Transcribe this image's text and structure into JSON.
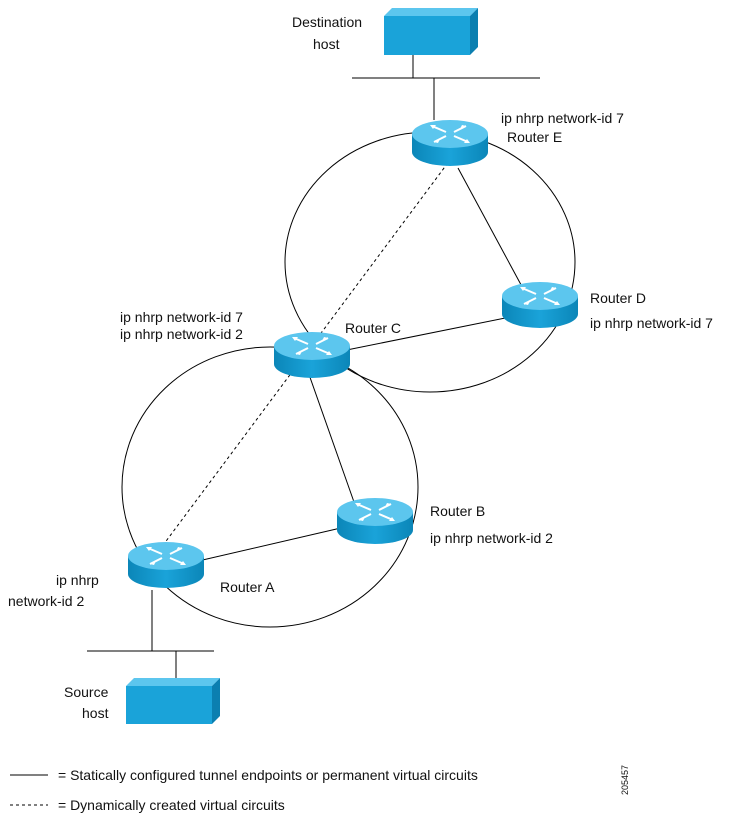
{
  "destination_host": {
    "line1": "Destination",
    "line2": "host"
  },
  "source_host": {
    "line1": "Source",
    "line2": "host"
  },
  "routers": {
    "a": {
      "name": "Router A",
      "nhrp_line1": "ip nhrp",
      "nhrp_line2": "network-id 2"
    },
    "b": {
      "name": "Router B",
      "nhrp_line1": "ip nhrp network-id 2"
    },
    "c": {
      "name": "Router C",
      "nhrp_line1": "ip nhrp network-id 7",
      "nhrp_line2": "ip nhrp network-id 2"
    },
    "d": {
      "name": "Router D",
      "nhrp_line1": "ip nhrp network-id 7"
    },
    "e": {
      "name": "Router E",
      "nhrp_line1": "ip nhrp network-id 7"
    }
  },
  "legend": {
    "solid_text": "=  Statically configured tunnel endpoints or permanent virtual circuits",
    "dashed_text": "=  Dynamically created virtual circuits"
  },
  "figure_id": "205457",
  "colors": {
    "device_blue": "#1aa3d9",
    "device_blue_dark": "#0b7fb0",
    "device_blue_light": "#5cc6ee",
    "line": "#000000"
  },
  "icons": {
    "router": "router-icon",
    "host": "host-icon"
  }
}
